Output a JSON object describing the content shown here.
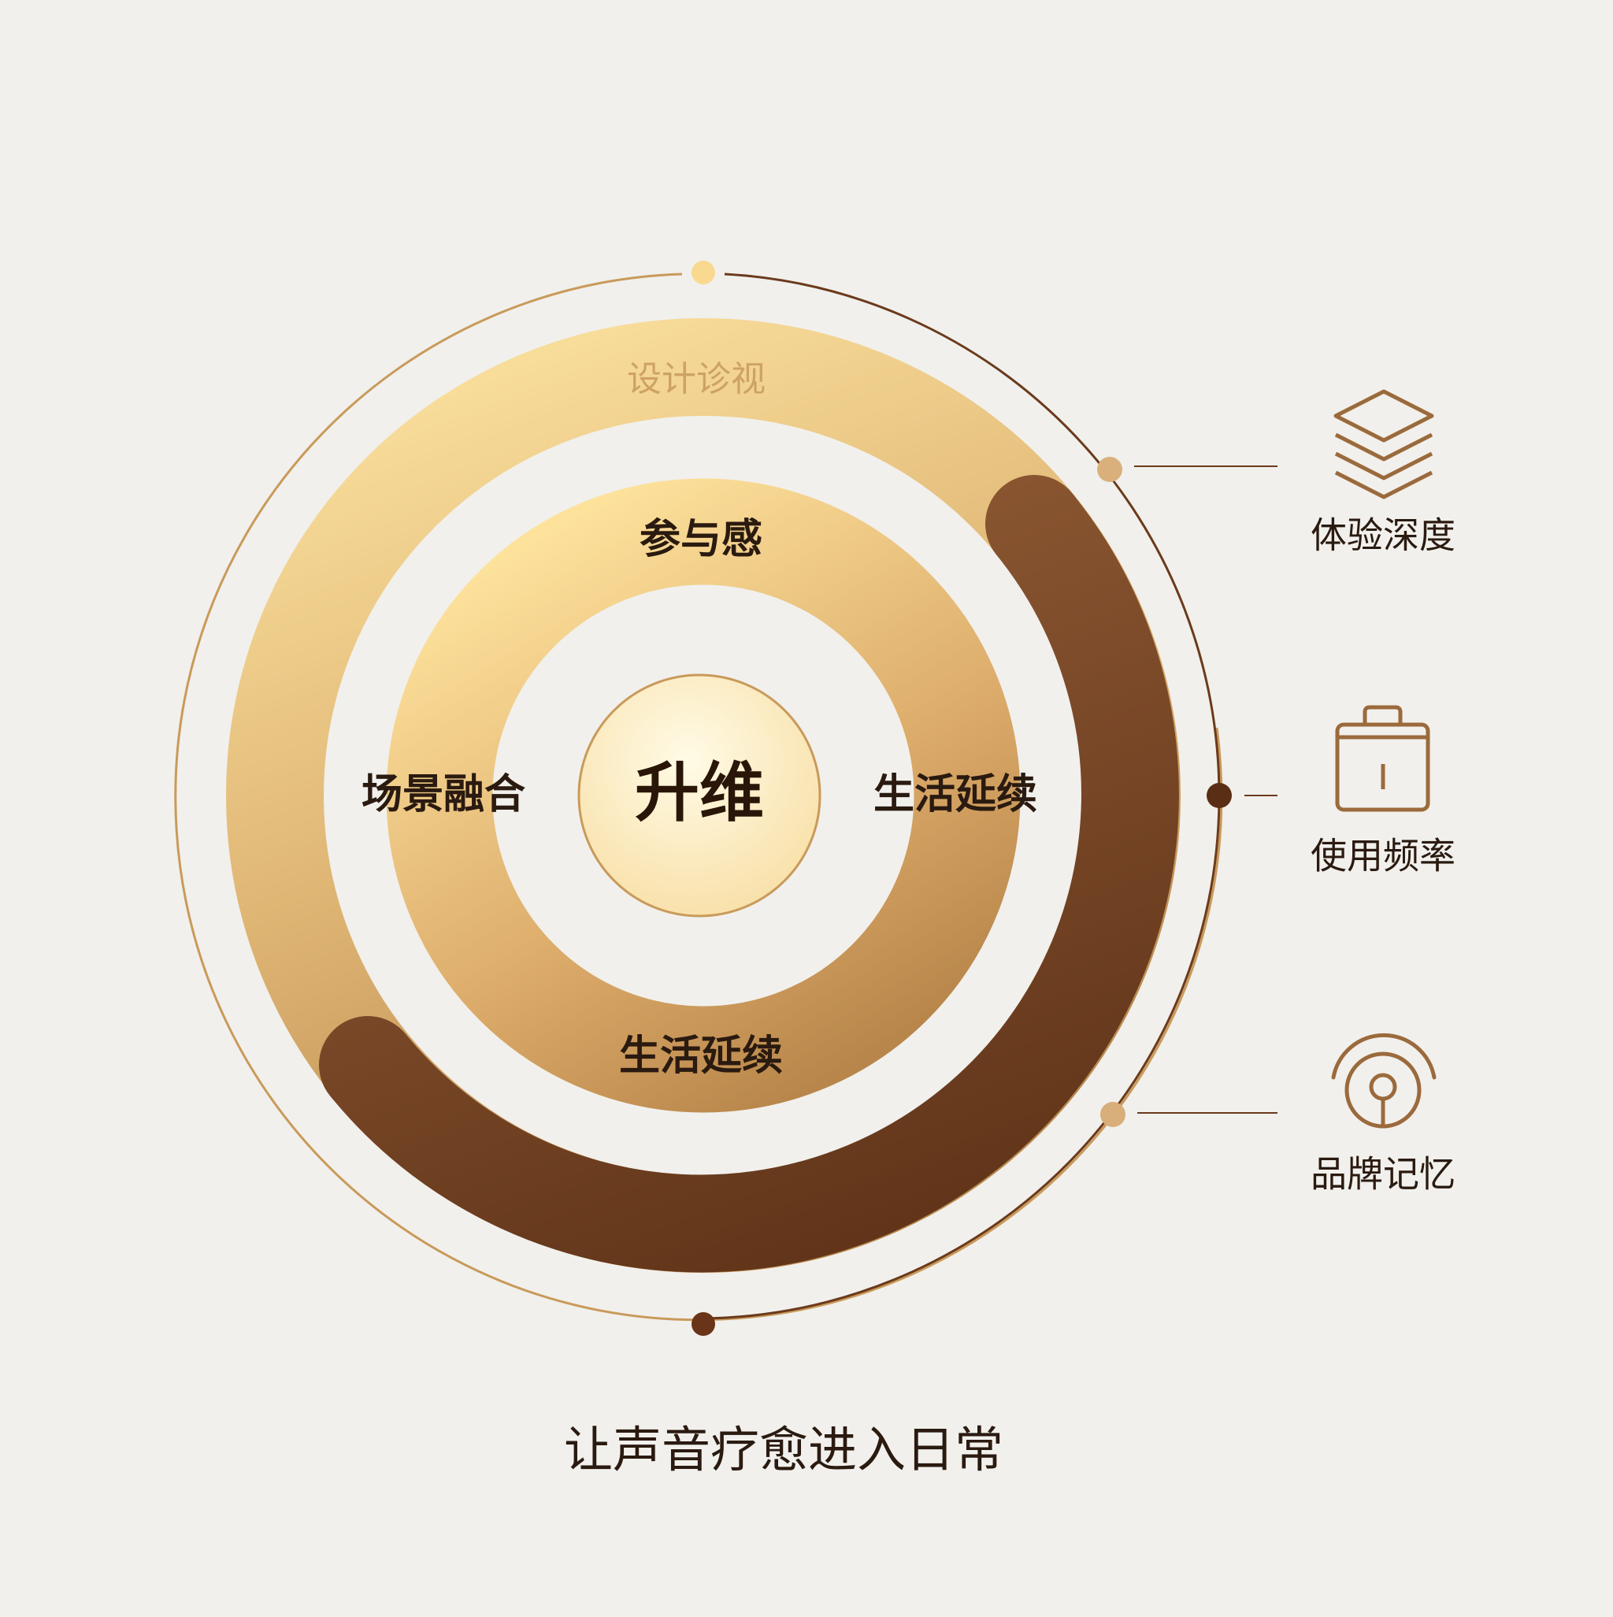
{
  "center": {
    "label": "升维"
  },
  "outer_ring": {
    "label": "设计诊视"
  },
  "middle_ring": {
    "top": "参与感",
    "left": "场景融合",
    "right": "生活延续",
    "bottom": "生活延续"
  },
  "metrics": [
    {
      "label": "体验深度",
      "icon": "layers-icon"
    },
    {
      "label": "使用频率",
      "icon": "bag-icon"
    },
    {
      "label": "品牌记忆",
      "icon": "signal-pin-icon"
    }
  ],
  "caption": "让声音疗愈进入日常",
  "colors": {
    "background": "#f1f0ec",
    "gold_light": "#fde4a1",
    "gold_dark": "#c6935a",
    "brown": "#7a4a2a",
    "brown_dark": "#5c3217",
    "line_gold": "#c99a5a",
    "line_brown": "#6b3a1c"
  }
}
